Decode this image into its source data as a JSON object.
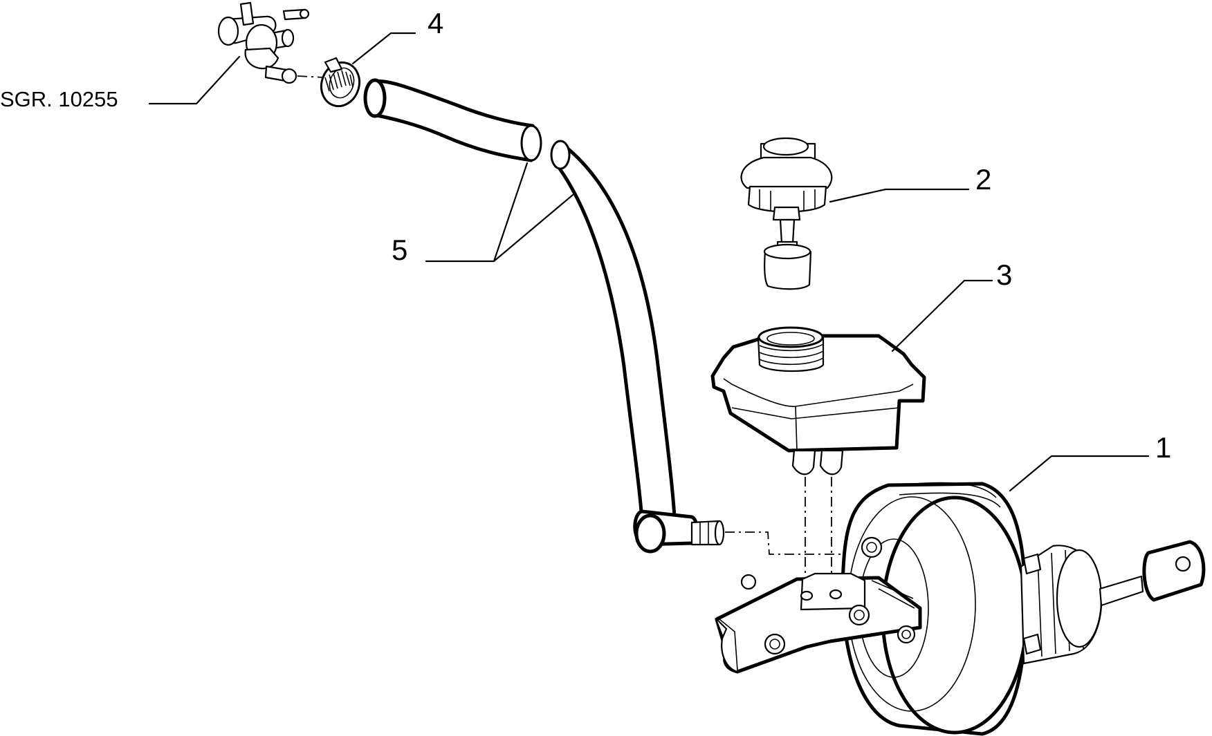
{
  "callouts": {
    "c1": "1",
    "c2": "2",
    "c3": "3",
    "c4": "4",
    "c5": "5",
    "ref": "SGR. 10255"
  },
  "colors": {
    "line": "#000000",
    "background": "#ffffff"
  },
  "parts": [
    "brake-servo",
    "reservoir-cap",
    "fluid-reservoir",
    "hose-clamp",
    "vacuum-hose",
    "vacuum-valve",
    "master-cylinder"
  ]
}
